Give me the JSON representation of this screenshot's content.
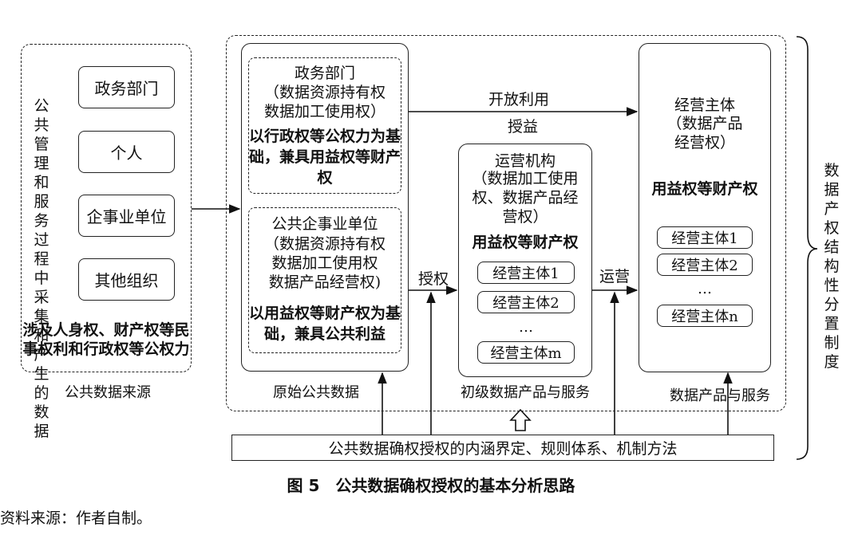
{
  "sources": {
    "vertical_label": "公共管理和服务过程中采集和产生的数据",
    "items": [
      "政务部门",
      "个人",
      "企事业单位",
      "其他组织"
    ],
    "rights_text": "涉及人身权、财产权等民事权利和行政权等公权力",
    "caption": "公共数据来源"
  },
  "original_data": {
    "gov": {
      "title": "政务部门",
      "rights": "（数据资源持有权\n数据加工使用权）",
      "basis": "以行政权等公权力为基础，兼具用益权等财产权"
    },
    "enterprise": {
      "title": "公共企事业单位",
      "rights": "（数据资源持有权\n数据加工使用权\n数据产品经营权)",
      "basis": "以用益权等财产权为基础，兼具公共利益"
    },
    "caption": "原始公共数据"
  },
  "flows": {
    "open_use": "开放利用",
    "authorize_top": "授益",
    "authorize": "授权",
    "operate": "运营"
  },
  "operator": {
    "title": "运营机构",
    "rights": "（数据加工使用权、数据产品经营权）",
    "basis": "用益权等财产权",
    "entities": [
      "经营主体1",
      "经营主体2",
      "…",
      "经营主体m"
    ],
    "caption": "初级数据产品与服务"
  },
  "business": {
    "title": "经营主体",
    "rights": "（数据产品\n经营权）",
    "basis": "用益权等财产权",
    "entities": [
      "经营主体1",
      "经营主体2",
      "…",
      "经营主体n"
    ],
    "caption": "数据产品与服务"
  },
  "system_label": "数据产权结构性分置制度",
  "base_box": "公共数据确权授权的内涵界定、规则体系、机制方法",
  "figure_title": "图 5　公共数据确权授权的基本分析思路",
  "source_note": "资料来源：作者自制。"
}
